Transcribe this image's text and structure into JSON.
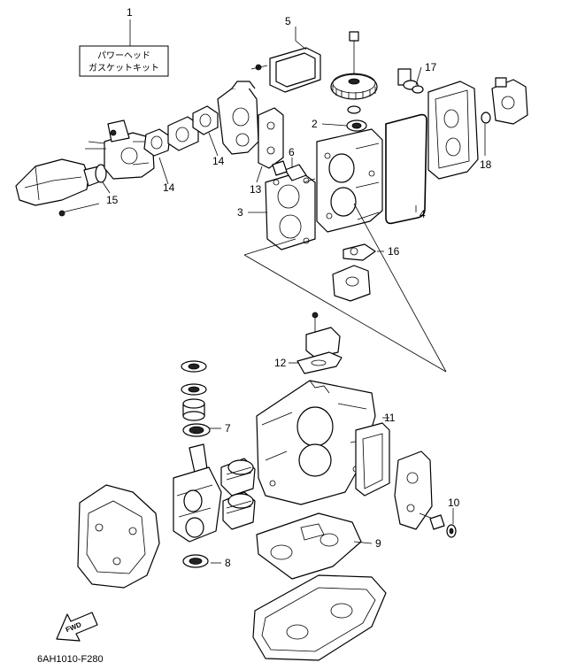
{
  "kit_label": {
    "line1": "パワーヘッド",
    "line2": "ガスケットキット"
  },
  "callouts": {
    "c1": "1",
    "c2": "2",
    "c3": "3",
    "c4": "4",
    "c5": "5",
    "c6": "6",
    "c7": "7",
    "c8": "8",
    "c9": "9",
    "c10": "10",
    "c11": "11",
    "c12": "12",
    "c13": "13",
    "c14a": "14",
    "c14b": "14",
    "c15": "15",
    "c16": "16",
    "c17": "17",
    "c18": "18"
  },
  "direction_badge": "FWD",
  "diagram_code": "6AH1010-F280"
}
